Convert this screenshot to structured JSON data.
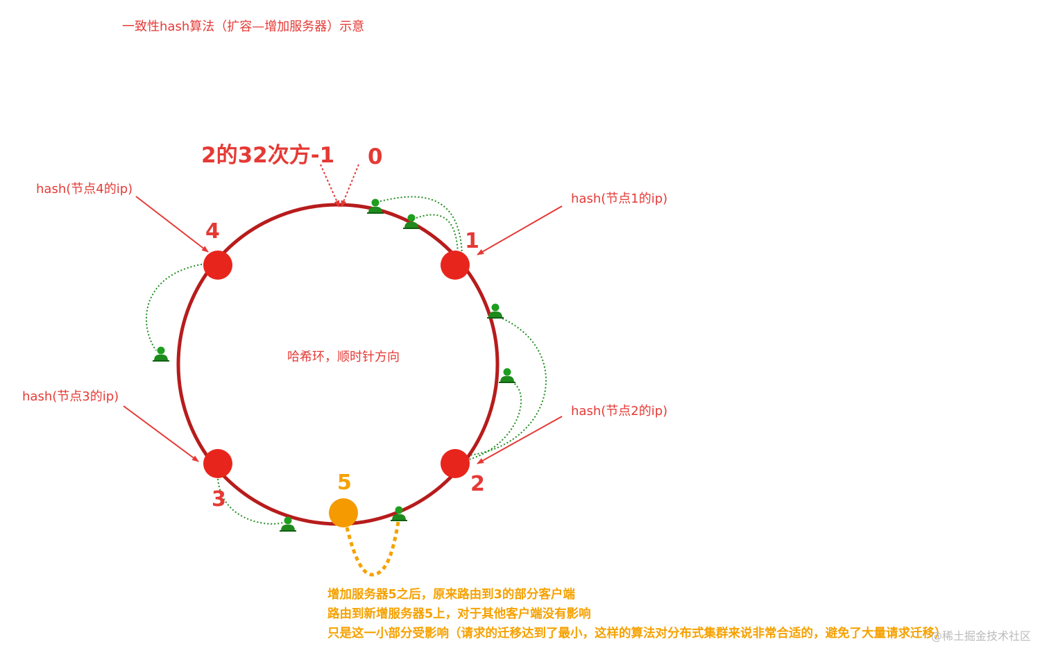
{
  "title": "一致性hash算法（扩容—增加服务器）示意",
  "max_label": "2的32次方-1",
  "zero_label": "0",
  "ring_label": "哈希环，顺时针方向",
  "colors": {
    "red": "#e53935",
    "ring": "#b71c1c",
    "orange": "#f5a100",
    "green": "#1e8a1e"
  },
  "nodes": [
    {
      "id": "1",
      "label": "1",
      "hash_label": "hash(节点1的ip)"
    },
    {
      "id": "2",
      "label": "2",
      "hash_label": "hash(节点2的ip)"
    },
    {
      "id": "3",
      "label": "3",
      "hash_label": "hash(节点3的ip)"
    },
    {
      "id": "4",
      "label": "4",
      "hash_label": "hash(节点4的ip)"
    },
    {
      "id": "5",
      "label": "5",
      "is_new": true
    }
  ],
  "client_icon": "user-icon",
  "notes": [
    "增加服务器5之后，原来路由到3的部分客户端",
    "路由到新增服务器5上，对于其他客户端没有影响",
    "只是这一小部分受影响（请求的迁移达到了最小，这样的算法对分布式集群来说非常合适的，避免了大量请求迁移）"
  ],
  "watermark": "@稀土掘金技术社区"
}
